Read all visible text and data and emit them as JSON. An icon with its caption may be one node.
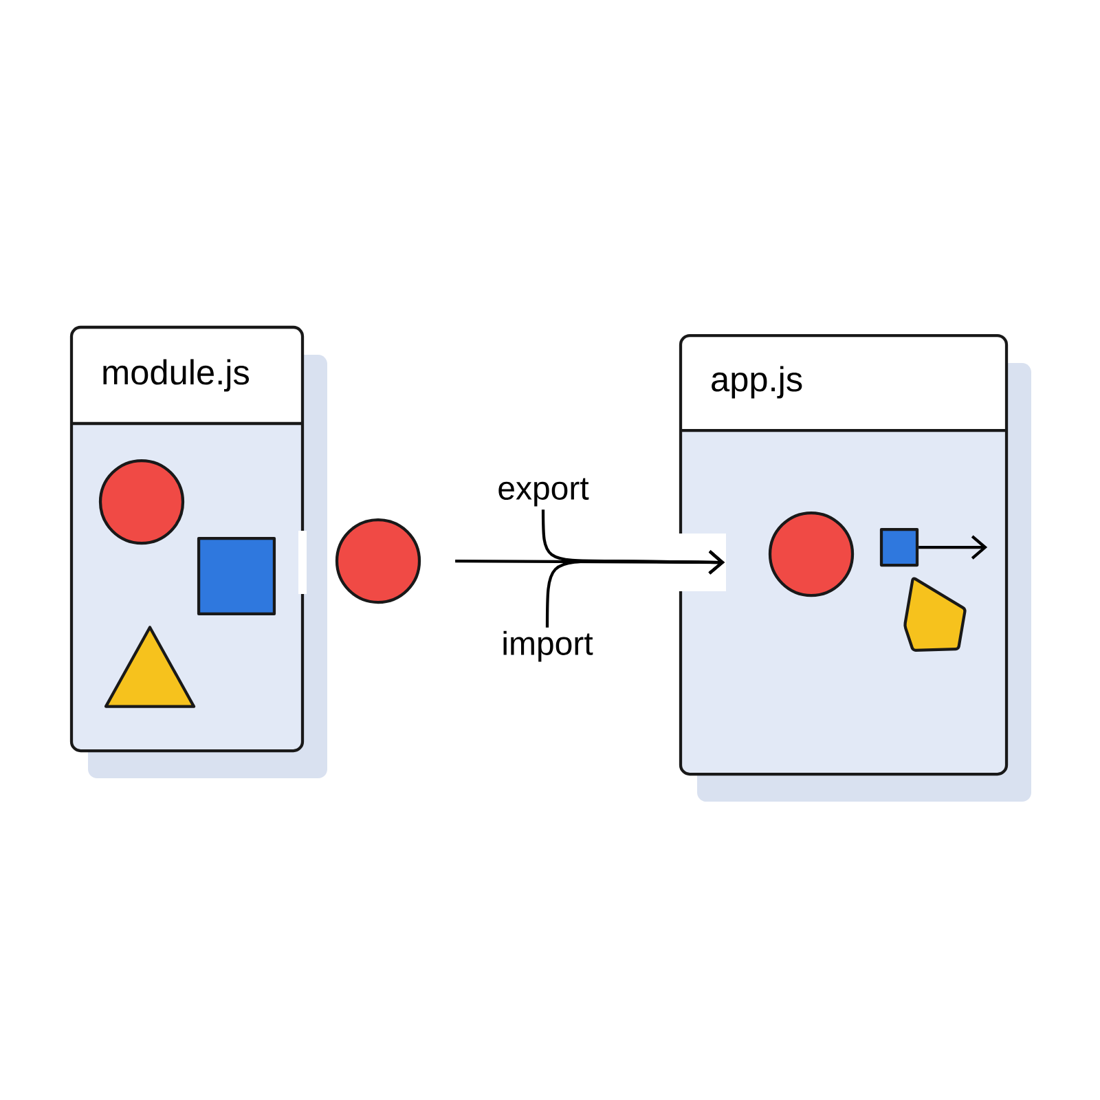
{
  "diagram": {
    "nodes": [
      {
        "text": [
          "module.js"
        ]
      },
      {
        "text": [],
        "shape": "circle",
        "in": 0
      },
      {
        "text": [],
        "shape": "box",
        "in": 0
      },
      {
        "text": [],
        "shape": "triangle",
        "in": 0
      },
      {
        "text": [],
        "shape": "circle"
      },
      {
        "text": [
          "export"
        ]
      },
      {
        "text": [
          "import"
        ]
      },
      {
        "text": [
          "app.js"
        ]
      },
      {
        "text": [],
        "shape": "circle",
        "in": 7
      },
      {
        "text": [],
        "shape": "box",
        "in": 7
      },
      {
        "text": [],
        "shape": "pentagon",
        "in": 7
      }
    ],
    "edges": [
      {
        "from": 4,
        "to": 7,
        "arrow": "to"
      },
      {
        "from": 5,
        "to": 7,
        "arrow": "to"
      },
      {
        "from": 6,
        "to": 7,
        "arrow": "to"
      },
      {
        "from": 9,
        "to": null,
        "arrow": "to"
      }
    ]
  }
}
